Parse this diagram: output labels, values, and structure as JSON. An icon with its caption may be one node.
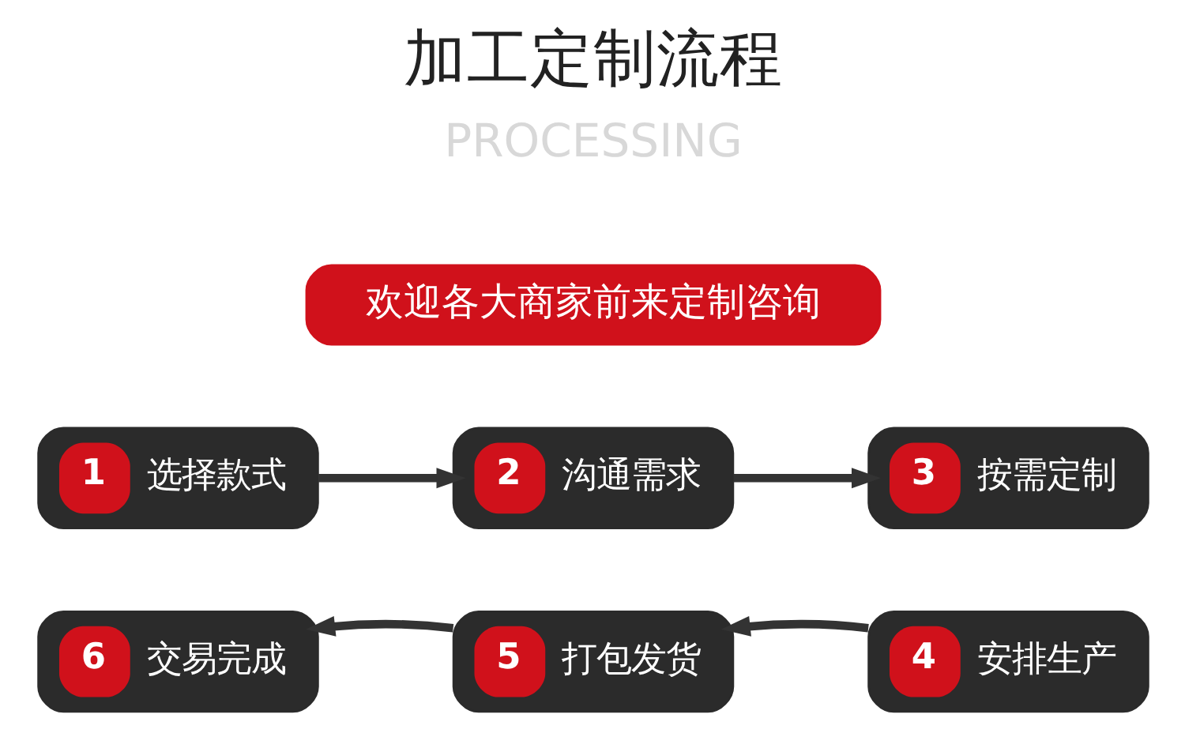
{
  "diagram": {
    "title": "加工定制流程",
    "nodes": [
      {
        "text": [
          "欢迎各大商家前来定制咨询"
        ]
      },
      {
        "text": [
          "1",
          "选择款式"
        ]
      },
      {
        "text": [
          "2",
          "沟通需求"
        ]
      },
      {
        "text": [
          "3",
          "按需定制"
        ]
      },
      {
        "text": [
          "4",
          "安排生产"
        ]
      },
      {
        "text": [
          "5",
          "打包发货"
        ]
      },
      {
        "text": [
          "6",
          "交易完成"
        ]
      }
    ],
    "edges": [
      {
        "from": 1,
        "to": 2,
        "arrow": "to"
      },
      {
        "from": 2,
        "to": 3,
        "arrow": "to"
      },
      {
        "from": 4,
        "to": 5,
        "arrow": "to"
      },
      {
        "from": 5,
        "to": 6,
        "arrow": "to"
      }
    ],
    "labels": [
      "PROCESSING"
    ]
  }
}
